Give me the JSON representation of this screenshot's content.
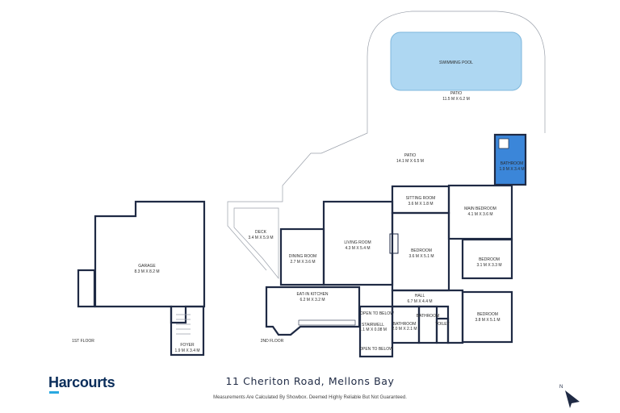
{
  "brand": "Harcourts",
  "address": "11 Cheriton Road, Mellons Bay",
  "disclaimer": "Measurements Are Calculated By Showbox. Deemed Highly Reliable But Not Guaranteed.",
  "floors": {
    "first": "1ST FLOOR",
    "second": "2ND FLOOR"
  },
  "rooms": {
    "swimming_pool": {
      "name": "SWIMMING POOL",
      "dims": ""
    },
    "patio_pool": {
      "name": "PATIO",
      "dims": "11.5 M X 6.2 M"
    },
    "patio_main": {
      "name": "PATIO",
      "dims": "14.1 M X 6.5 M"
    },
    "bathroom_top": {
      "name": "BATHROOM",
      "dims": "1.9 M X 3.4 M"
    },
    "sitting_room": {
      "name": "SITTING ROOM",
      "dims": "3.6 M X 1.8 M"
    },
    "main_bedroom": {
      "name": "MAIN BEDROOM",
      "dims": "4.1 M X 3.6 M"
    },
    "deck": {
      "name": "DECK",
      "dims": "3.4 M X 5.9 M"
    },
    "living_room": {
      "name": "LIVING ROOM",
      "dims": "4.3 M X 5.4 M"
    },
    "dining_room": {
      "name": "DINING ROOM",
      "dims": "2.7 M X 3.6 M"
    },
    "bedroom_center": {
      "name": "BEDROOM",
      "dims": "3.6 M X 5.1 M"
    },
    "bedroom_right1": {
      "name": "BEDROOM",
      "dims": "3.1 M X 3.3 M"
    },
    "bedroom_right2": {
      "name": "BEDROOM",
      "dims": "3.8 M X 5.1 M"
    },
    "garage": {
      "name": "GARAGE",
      "dims": "8.3 M X 8.2 M"
    },
    "kitchen": {
      "name": "EAT-IN KITCHEN",
      "dims": "6.2 M X 3.2 M"
    },
    "hall": {
      "name": "HALL",
      "dims": "6.7 M X 4.4 M"
    },
    "foyer": {
      "name": "FOYER",
      "dims": "1.9 M X 3.4 M"
    },
    "stairwell": {
      "name": "STAIRWELL",
      "dims": "1.1 M X 0.08 M"
    },
    "bathroom_small": {
      "name": "BATHROOM",
      "dims": "2.0 M X 2.1 M"
    },
    "bathroom_blue": {
      "name": "BATHROOM",
      "dims": ""
    },
    "toilet": {
      "name": "TOILET",
      "dims": ""
    },
    "open_below_1": {
      "name": "OPEN TO BELOW",
      "dims": ""
    },
    "open_below_2": {
      "name": "OPEN TO BELOW",
      "dims": ""
    }
  },
  "colors": {
    "wall": "#1f2a44",
    "room_gray": "#d9dade",
    "room_light": "#f2f2f4",
    "pool": "#aed7f2",
    "bathroom": "#3b86d9",
    "accent": "#2aa8e0"
  },
  "compass": "N"
}
